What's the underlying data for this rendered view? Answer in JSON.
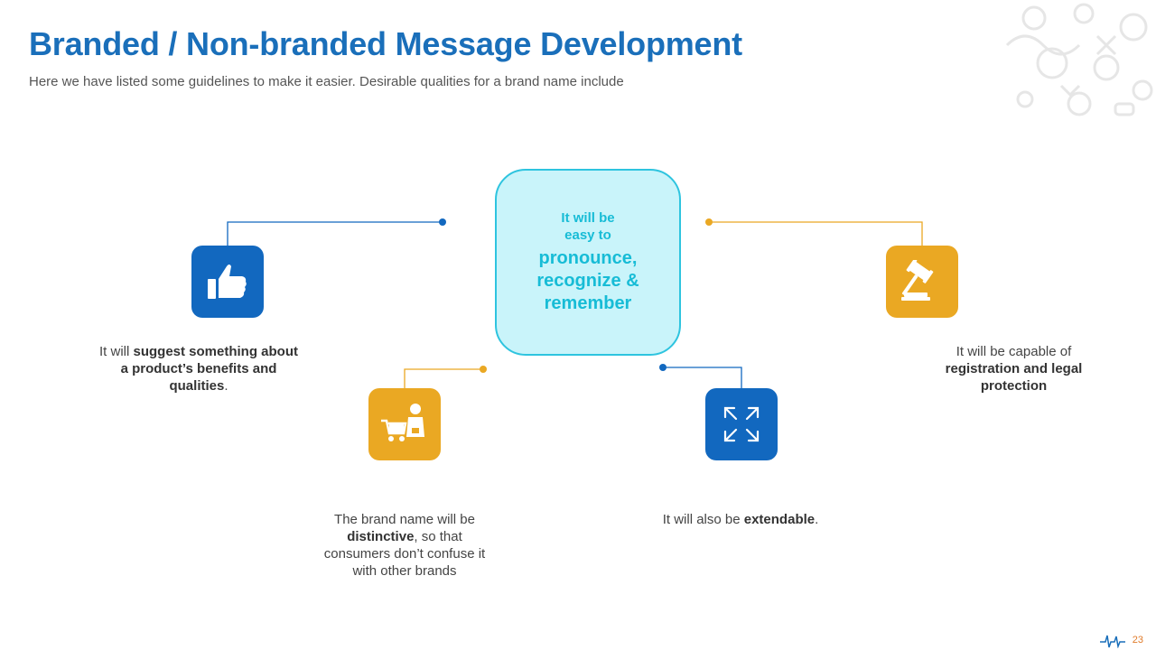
{
  "header": {
    "title": "Branded / Non-branded Message Development",
    "subtitle": "Here we have listed some guidelines to make it easier. Desirable qualities for a brand name include"
  },
  "center": {
    "line1": "It will be",
    "line2": "easy to",
    "line3": "pronounce,",
    "line4": "recognize &",
    "line5": "remember"
  },
  "items": [
    {
      "icon": "thumbs-up-icon",
      "color": "#1268bf",
      "caption": {
        "pre": "It will ",
        "bold": "suggest something about a product’s benefits and qualities",
        "post": "."
      }
    },
    {
      "icon": "shopping-cart-vendor-icon",
      "color": "#eaa823",
      "caption": {
        "pre": "The brand name will be ",
        "bold": "distinctive",
        "post": ", so that consumers don’t confuse it with other brands"
      }
    },
    {
      "icon": "expand-arrows-icon",
      "color": "#1268bf",
      "caption": {
        "pre": "It will also be ",
        "bold": "extendable",
        "post": "."
      }
    },
    {
      "icon": "gavel-icon",
      "color": "#eaa823",
      "caption": {
        "pre": "It will be capable of ",
        "bold": "registration and legal protection",
        "post": ""
      }
    }
  ],
  "colors": {
    "title": "#1a6fba",
    "center_border": "#2ec4df",
    "center_fill": "#c9f4fa",
    "accent_blue": "#1268bf",
    "accent_amber": "#eaa823"
  },
  "footer": {
    "page_number": "23"
  }
}
